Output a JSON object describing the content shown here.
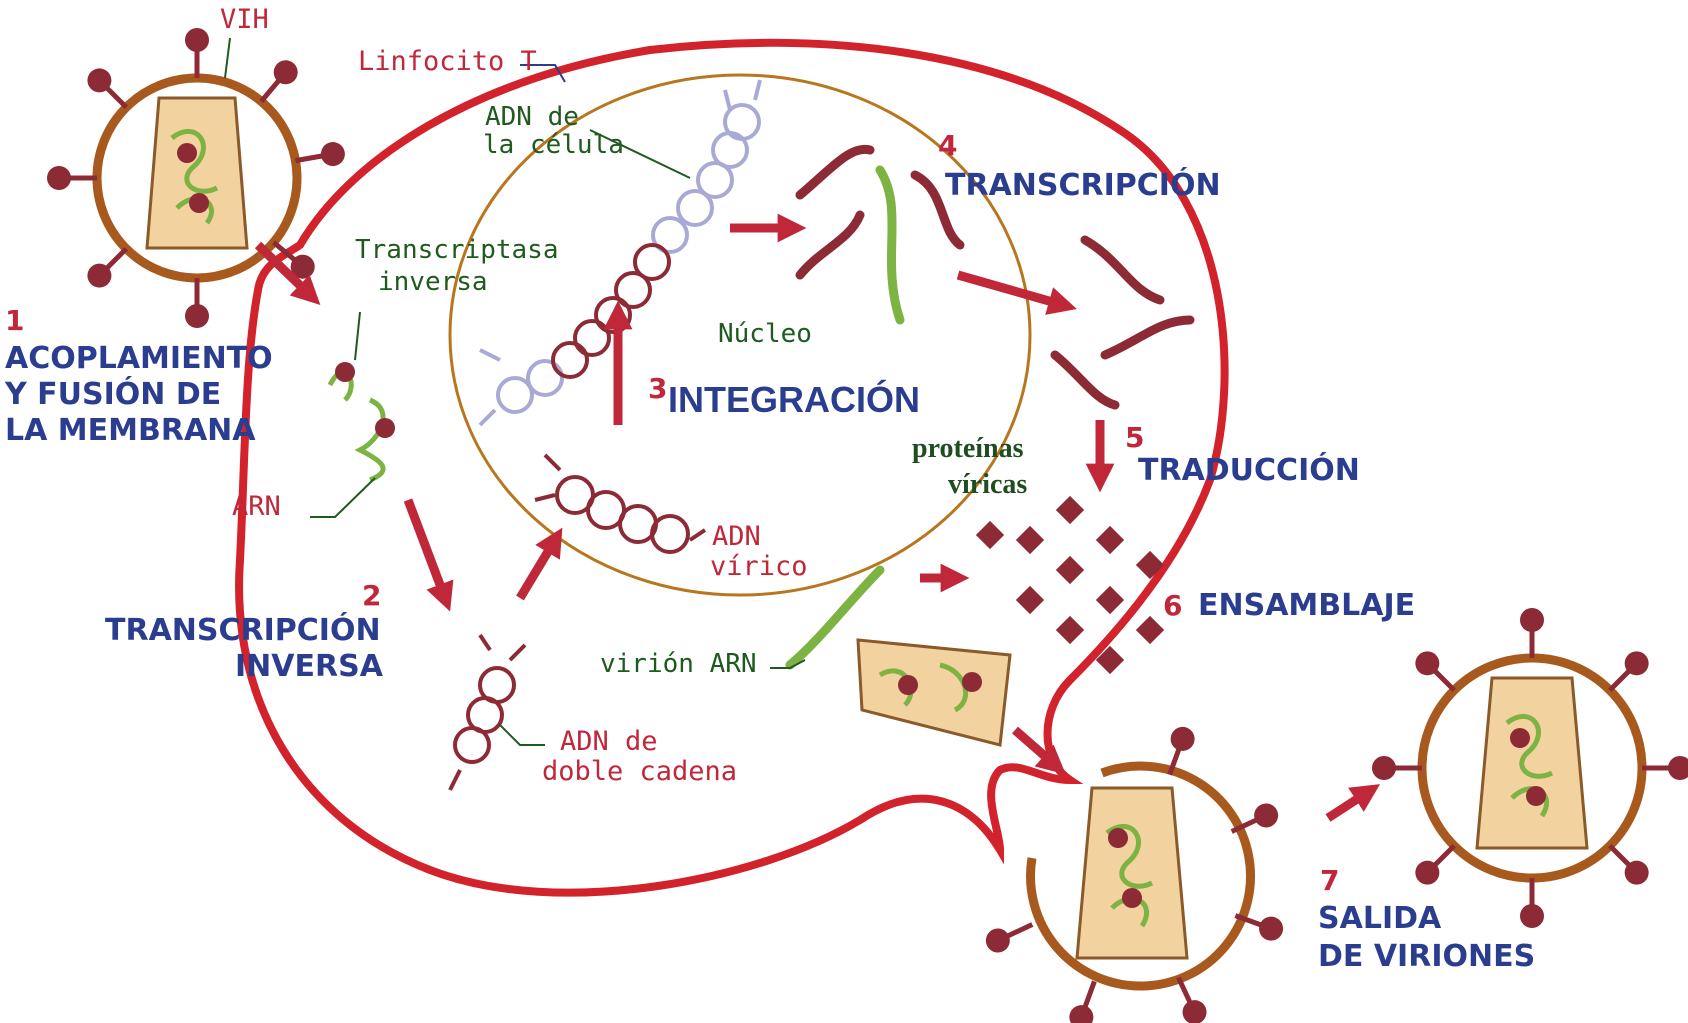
{
  "labels": {
    "vih": "VIH",
    "linfocito": "Linfocito T",
    "adn_celula_1": "ADN de",
    "adn_celula_2": "la célula",
    "transcriptasa_1": "Transcriptasa",
    "transcriptasa_2": "inversa",
    "nucleo": "Núcleo",
    "arn": "ARN",
    "adn_virico_1": "ADN",
    "adn_virico_2": "vírico",
    "proteinas_1": "proteínas",
    "proteinas_2": "víricas",
    "virion_arn": "virión ARN",
    "adn_doble_1": "ADN de",
    "adn_doble_2": "doble cadena"
  },
  "steps": [
    {
      "num": "1",
      "lines": [
        "ACOPLAMIENTO",
        "Y FUSIÓN DE",
        "LA MEMBRANA"
      ]
    },
    {
      "num": "2",
      "lines": [
        "TRANSCRIPCIÓN",
        "INVERSA"
      ]
    },
    {
      "num": "3",
      "lines": [
        "INTEGRACIÓN"
      ]
    },
    {
      "num": "4",
      "lines": [
        "TRANSCRIPCIÓN"
      ]
    },
    {
      "num": "5",
      "lines": [
        "TRADUCCIÓN"
      ]
    },
    {
      "num": "6",
      "lines": [
        "ENSAMBLAJE"
      ]
    },
    {
      "num": "7",
      "lines": [
        "SALIDA",
        "DE VIRIONES"
      ]
    }
  ],
  "colors": {
    "cell_membrane": "#d2222c",
    "virus_envelope": "#a85a1e",
    "spike": "#8c2a35",
    "capsid_fill": "#f2d3a0",
    "rna_green": "#7cb342",
    "dna_host": "#a9a9d6",
    "dna_viral": "#8c2a35",
    "arrow": "#c0283a",
    "title_blue": "#2a3d8f"
  }
}
